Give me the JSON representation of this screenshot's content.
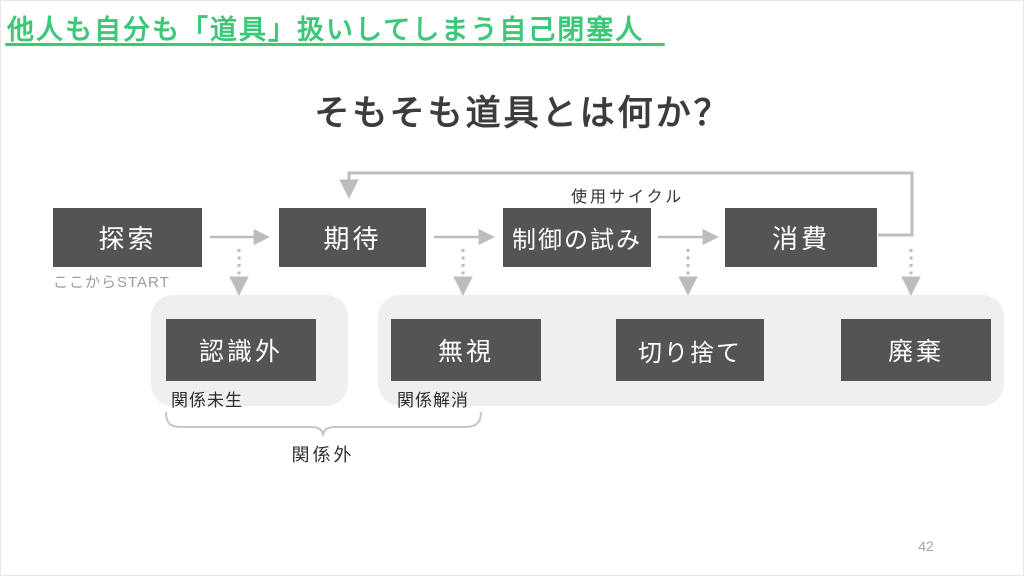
{
  "header": {
    "title": "他人も自分も「道具」扱いしてしまう自己閉塞人"
  },
  "main_title": "そもそも道具とは何か？",
  "diagram": {
    "start_hint": "ここからSTART",
    "cycle_label": "使用サイクル",
    "top_row": [
      "探索",
      "期待",
      "制御の試み",
      "消費"
    ],
    "bottom_row": [
      "認識外",
      "無視",
      "切り捨て",
      "廃棄"
    ],
    "relation_labels": [
      "関係未生",
      "関係解消"
    ],
    "bracket_label": "関係外"
  },
  "footer": {
    "page_number": "42"
  },
  "colors": {
    "accent_green": "#3cc878",
    "box_fill": "#545454",
    "box_text": "#ffffff",
    "container_fill": "#efefef",
    "connector_gray": "#bcbcbc",
    "text_dark": "#333333",
    "text_muted": "#9b9b9b"
  }
}
